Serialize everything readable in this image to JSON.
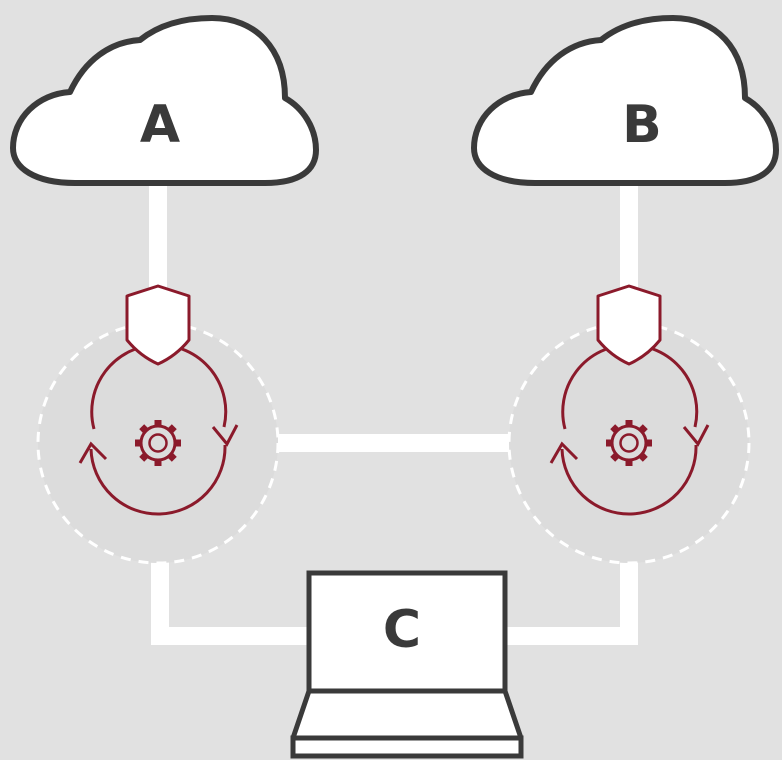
{
  "colors": {
    "background": "#e1e1e1",
    "outline": "#3a3a3a",
    "accent": "#8b1a2b",
    "connector": "#ffffff",
    "node_fill": "#dcdcdc"
  },
  "nodes": {
    "cloud_a": {
      "label": "A",
      "icon": "cloud-icon"
    },
    "cloud_b": {
      "label": "B",
      "icon": "cloud-icon"
    },
    "laptop_c": {
      "label": "C",
      "icon": "laptop-icon"
    },
    "sync_left": {
      "icon": "gear-sync-icon"
    },
    "sync_right": {
      "icon": "gear-sync-icon"
    },
    "shield_left": {
      "icon": "shield-icon"
    },
    "shield_right": {
      "icon": "shield-icon"
    }
  }
}
